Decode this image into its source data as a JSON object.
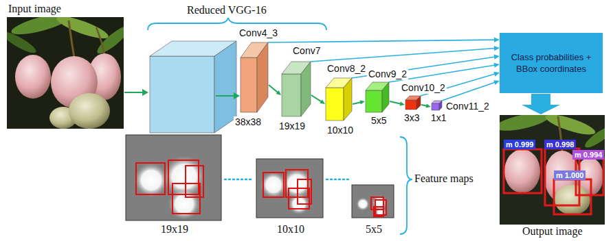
{
  "diagram": {
    "nodes": [
      {
        "text": [
          "Input image"
        ]
      },
      {
        "text": [
          "Conv4_3",
          "38x38"
        ]
      },
      {
        "text": [
          "Conv7",
          "19x19"
        ]
      },
      {
        "text": [
          "Conv8_2",
          "10x10"
        ]
      },
      {
        "text": [
          "Conv9_2",
          "5x5"
        ]
      },
      {
        "text": [
          "Conv10_2",
          "3x3"
        ]
      },
      {
        "text": [
          "Conv11_2",
          "1x1"
        ]
      },
      {
        "text": [
          "Class probabilities + BBox coordinates"
        ]
      },
      {
        "text": [
          "Output image"
        ]
      }
    ],
    "edges": [
      {
        "from": 1,
        "to": 2,
        "arrow": "to"
      },
      {
        "from": 2,
        "to": 3,
        "arrow": "to"
      },
      {
        "from": 3,
        "to": 4,
        "arrow": "to"
      },
      {
        "from": 4,
        "to": 5,
        "arrow": "to"
      },
      {
        "from": 5,
        "to": 6,
        "arrow": "to"
      },
      {
        "from": 1,
        "to": 7,
        "arrow": "to"
      },
      {
        "from": 2,
        "to": 7,
        "arrow": "to"
      },
      {
        "from": 3,
        "to": 7,
        "arrow": "to"
      },
      {
        "from": 4,
        "to": 7,
        "arrow": "to"
      },
      {
        "from": 5,
        "to": 7,
        "arrow": "to"
      },
      {
        "from": 6,
        "to": 7,
        "arrow": "to"
      },
      {
        "from": 7,
        "to": 8,
        "arrow": "to"
      }
    ],
    "labels": [
      "Reduced VGG-16",
      "m 0.999",
      "m 0.998",
      "m 0.994",
      "m 1.000",
      "19x19",
      "10x10",
      "5x5",
      "Feature maps"
    ]
  }
}
